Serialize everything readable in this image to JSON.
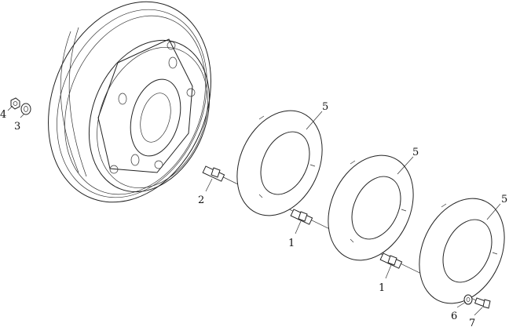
{
  "diagram": {
    "callouts": [
      {
        "id": "c4",
        "text": "4"
      },
      {
        "id": "c3",
        "text": "3"
      },
      {
        "id": "c2",
        "text": "2"
      },
      {
        "id": "c1a",
        "text": "1"
      },
      {
        "id": "c1b",
        "text": "1"
      },
      {
        "id": "c5a",
        "text": "5"
      },
      {
        "id": "c5b",
        "text": "5"
      },
      {
        "id": "c5c",
        "text": "5"
      },
      {
        "id": "c6",
        "text": "6"
      },
      {
        "id": "c7",
        "text": "7"
      }
    ]
  }
}
